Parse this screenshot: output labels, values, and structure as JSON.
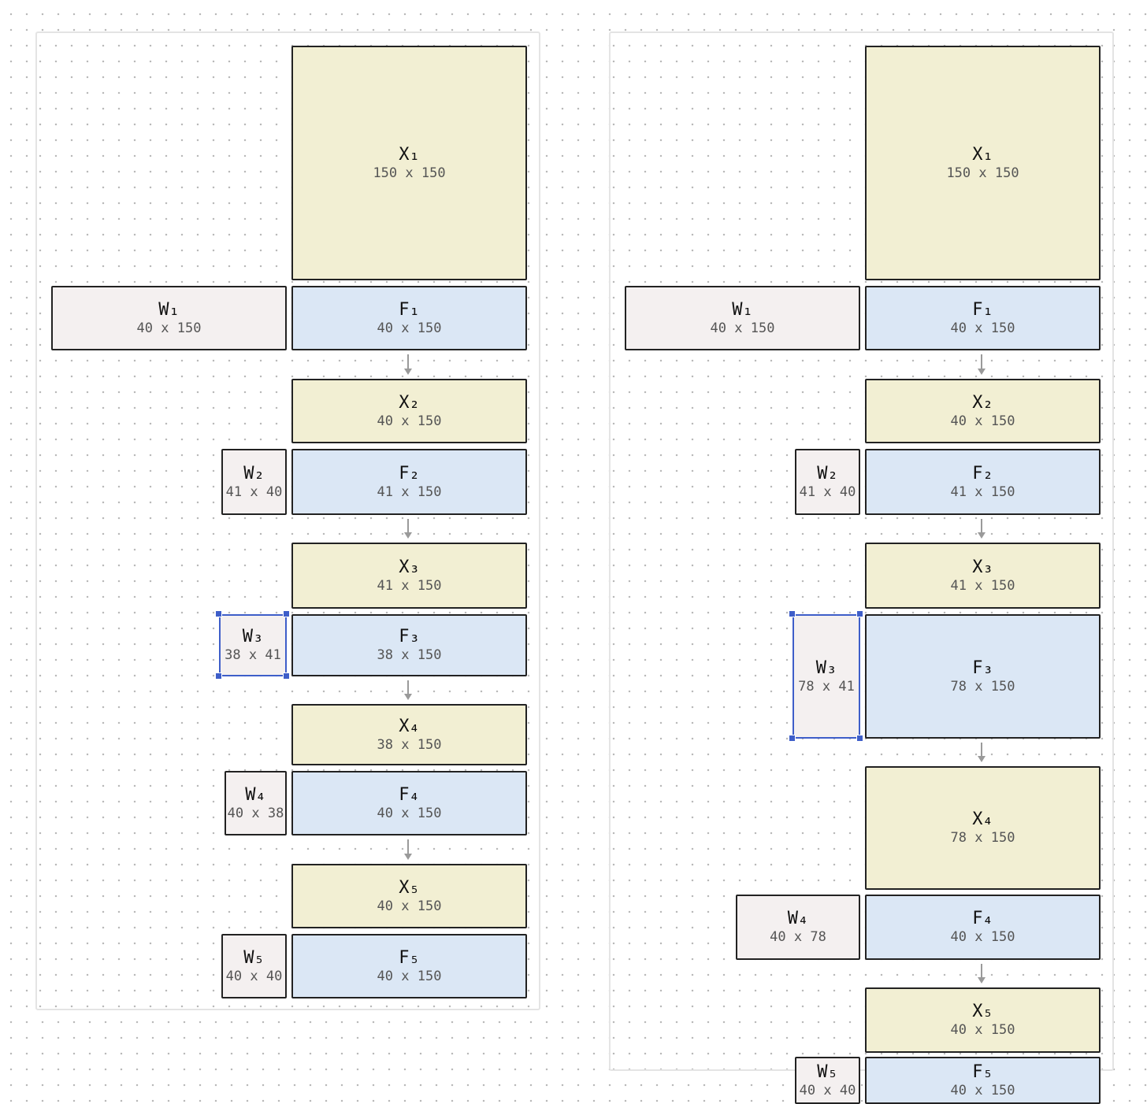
{
  "panels": [
    {
      "id": "left",
      "blocks": [
        {
          "kind": "x",
          "name": "X₁",
          "dims": "150 x 150"
        },
        {
          "kind": "f",
          "name": "F₁",
          "dims": "40 x 150",
          "weight": {
            "name": "W₁",
            "dims": "40 x 150"
          }
        },
        {
          "kind": "x",
          "name": "X₂",
          "dims": "40 x 150"
        },
        {
          "kind": "f",
          "name": "F₂",
          "dims": "41 x 150",
          "weight": {
            "name": "W₂",
            "dims": "41 x 40"
          }
        },
        {
          "kind": "x",
          "name": "X₃",
          "dims": "41 x 150"
        },
        {
          "kind": "f",
          "name": "F₃",
          "dims": "38 x 150",
          "weight": {
            "name": "W₃",
            "dims": "38 x 41",
            "selected": true
          }
        },
        {
          "kind": "x",
          "name": "X₄",
          "dims": "38 x 150"
        },
        {
          "kind": "f",
          "name": "F₄",
          "dims": "40 x 150",
          "weight": {
            "name": "W₄",
            "dims": "40 x 38"
          }
        },
        {
          "kind": "x",
          "name": "X₅",
          "dims": "40 x 150"
        },
        {
          "kind": "f",
          "name": "F₅",
          "dims": "40 x 150",
          "weight": {
            "name": "W₅",
            "dims": "40 x 40"
          }
        }
      ]
    },
    {
      "id": "right",
      "blocks": [
        {
          "kind": "x",
          "name": "X₁",
          "dims": "150 x 150"
        },
        {
          "kind": "f",
          "name": "F₁",
          "dims": "40 x 150",
          "weight": {
            "name": "W₁",
            "dims": "40 x 150"
          }
        },
        {
          "kind": "x",
          "name": "X₂",
          "dims": "40 x 150"
        },
        {
          "kind": "f",
          "name": "F₂",
          "dims": "41 x 150",
          "weight": {
            "name": "W₂",
            "dims": "41 x 40"
          }
        },
        {
          "kind": "x",
          "name": "X₃",
          "dims": "41 x 150"
        },
        {
          "kind": "f",
          "name": "F₃",
          "dims": "78 x 150",
          "weight": {
            "name": "W₃",
            "dims": "78 x 41",
            "selected": true
          }
        },
        {
          "kind": "x",
          "name": "X₄",
          "dims": "78 x 150"
        },
        {
          "kind": "f",
          "name": "F₄",
          "dims": "40 x 150",
          "weight": {
            "name": "W₄",
            "dims": "40 x 78"
          }
        },
        {
          "kind": "x",
          "name": "X₅",
          "dims": "40 x 150"
        },
        {
          "kind": "f",
          "name": "F₅",
          "dims": "40 x 150",
          "weight": {
            "name": "W₅",
            "dims": "40 x 40"
          }
        }
      ]
    }
  ],
  "colors": {
    "input_fill": "#f2efd3",
    "feature_fill": "#dbe7f5",
    "weight_fill": "#f4f0f0",
    "selection": "#3e5ec9",
    "arrow": "#9a9a9a"
  }
}
